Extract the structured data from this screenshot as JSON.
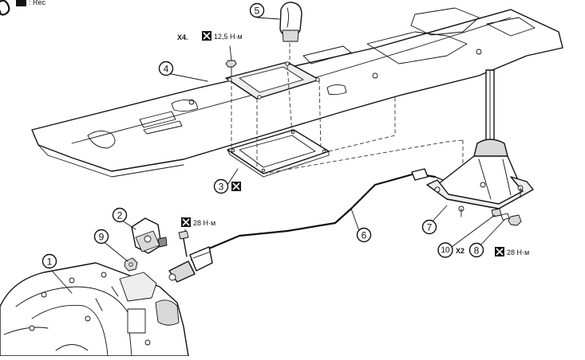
{
  "header": {
    "corner_text": ": Rec"
  },
  "callouts": [
    {
      "id": "1",
      "label": "1"
    },
    {
      "id": "2",
      "label": "2"
    },
    {
      "id": "3",
      "label": "3"
    },
    {
      "id": "4",
      "label": "4"
    },
    {
      "id": "5",
      "label": "5"
    },
    {
      "id": "6",
      "label": "6"
    },
    {
      "id": "7",
      "label": "7"
    },
    {
      "id": "8",
      "label": "8"
    },
    {
      "id": "9",
      "label": "9"
    },
    {
      "id": "10",
      "label": "10"
    }
  ],
  "specs": {
    "torque_bolt_4": {
      "qty": "X4.",
      "value": "12,5 Н·м"
    },
    "torque_bolt_cable": {
      "value": "28 Н·м"
    },
    "torque_nut_8": {
      "value": "28 Н·м"
    },
    "qty_10": "X2"
  }
}
